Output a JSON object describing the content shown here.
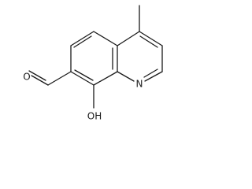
{
  "molecule": {
    "labels": {
      "aldehyde_oxygen": "O",
      "ring_nitrogen": "N",
      "hydroxyl": "OH"
    },
    "colors": {
      "bond": "#1a1a1a",
      "background": "#ffffff"
    }
  }
}
